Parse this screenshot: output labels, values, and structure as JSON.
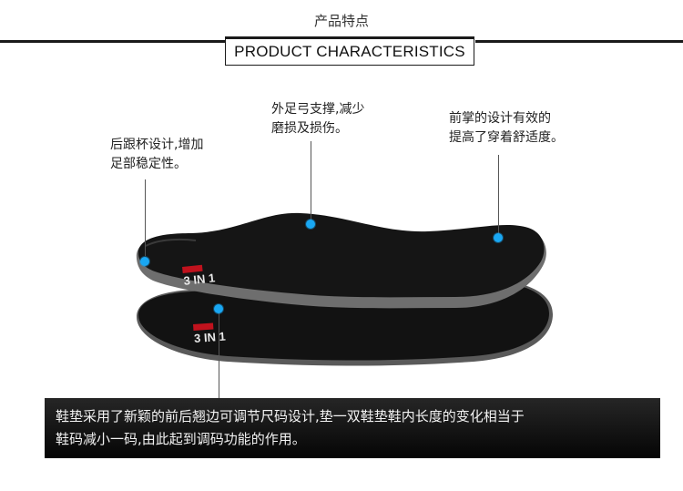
{
  "header": {
    "title_cn": "产品特点",
    "title_en": "PRODUCT CHARACTERISTICS"
  },
  "callouts": {
    "heel": {
      "line1": "后跟杯设计,增加",
      "line2": "足部稳定性。"
    },
    "arch": {
      "line1": "外足弓支撑,减少",
      "line2": "磨损及损伤。"
    },
    "forefoot": {
      "line1": "前掌的设计有效的",
      "line2": "提高了穿着舒适度。"
    }
  },
  "product": {
    "logo_text": "3 IN 1"
  },
  "description": {
    "line1": "鞋垫采用了新颖的前后翘边可调节尺码设计,垫一双鞋垫鞋内长度的变化相当于",
    "line2": "鞋码减小一码,由此起到调码功能的作用。"
  },
  "colors": {
    "dot": "#19a7f3",
    "insole_top": "#141414",
    "insole_edge": "#6a6a6a",
    "banner": "#0d0d0d"
  }
}
